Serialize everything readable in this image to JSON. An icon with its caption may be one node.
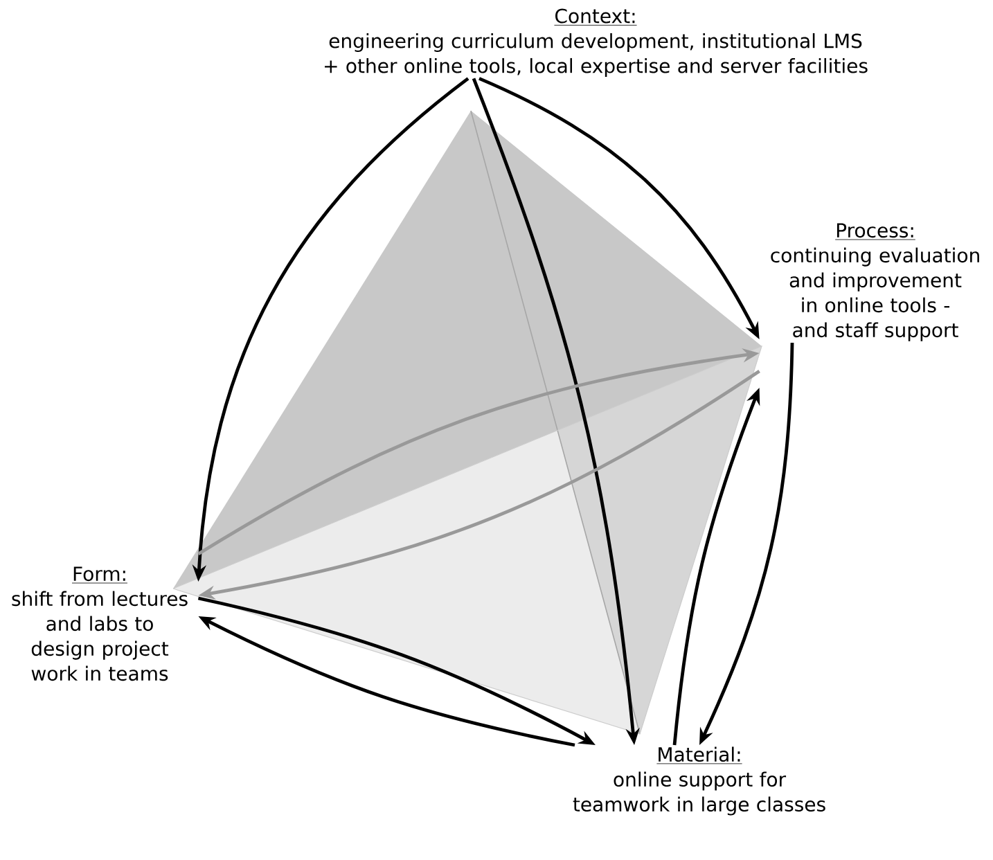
{
  "diagram": {
    "nodes": [
      {
        "text": [
          "Context:",
          "engineering curriculum development, institutional LMS + other online tools, local expertise and server facilities"
        ]
      },
      {
        "text": [
          "Process:",
          "continuing evaluation and improvement in online tools - and staff support"
        ]
      },
      {
        "text": [
          "Form:",
          "shift from lectures and labs to design project work in teams"
        ]
      },
      {
        "text": [
          "Material:",
          "online support for teamwork in large classes"
        ]
      }
    ],
    "edges": [
      {
        "from": 0,
        "to": 2,
        "arrow": "to"
      },
      {
        "from": 0,
        "to": 1,
        "arrow": "to"
      },
      {
        "from": 0,
        "to": 3,
        "arrow": "to"
      },
      {
        "from": 2,
        "to": 3,
        "arrow": "to"
      },
      {
        "from": 3,
        "to": 2,
        "arrow": "to"
      },
      {
        "from": 3,
        "to": 1,
        "arrow": "to"
      },
      {
        "from": 1,
        "to": 3,
        "arrow": "to"
      },
      {
        "from": 2,
        "to": 1,
        "arrow": "to",
        "color": "#999999"
      },
      {
        "from": 1,
        "to": 2,
        "arrow": "to",
        "color": "#999999"
      }
    ]
  }
}
